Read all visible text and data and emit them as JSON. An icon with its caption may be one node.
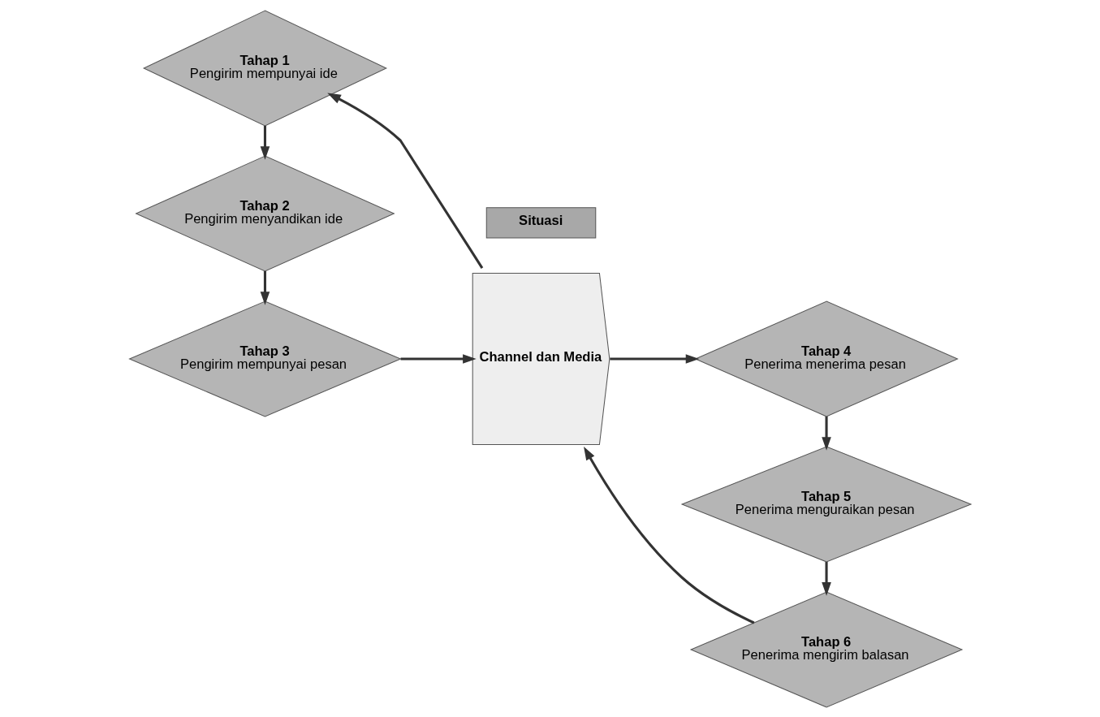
{
  "diagram": {
    "nodes": [
      {
        "text": [
          "Tahap 1",
          "Pengirim mempunyai ide"
        ]
      },
      {
        "text": [
          "Tahap 2",
          "Pengirim menyandikan ide"
        ]
      },
      {
        "text": [
          "Tahap 3",
          "Pengirim mempunyai pesan"
        ]
      },
      {
        "text": [
          "Channel dan Media"
        ]
      },
      {
        "text": [
          "Tahap 4",
          "Penerima menerima pesan"
        ]
      },
      {
        "text": [
          "Tahap 5",
          "Penerima menguraikan pesan"
        ]
      },
      {
        "text": [
          "Tahap 6",
          "Penerima mengirim balasan"
        ]
      },
      {
        "text": [
          "Situasi"
        ]
      }
    ],
    "edges": [
      {
        "from": 0,
        "to": 1,
        "arrow": "to"
      },
      {
        "from": 1,
        "to": 2,
        "arrow": "to"
      },
      {
        "from": 2,
        "to": 3,
        "arrow": "to"
      },
      {
        "from": 3,
        "to": 4,
        "arrow": "to"
      },
      {
        "from": 4,
        "to": 5,
        "arrow": "to"
      },
      {
        "from": 5,
        "to": 6,
        "arrow": "to"
      },
      {
        "from": 6,
        "to": 3,
        "arrow": "to"
      },
      {
        "from": 3,
        "to": 0,
        "arrow": "to"
      }
    ]
  }
}
